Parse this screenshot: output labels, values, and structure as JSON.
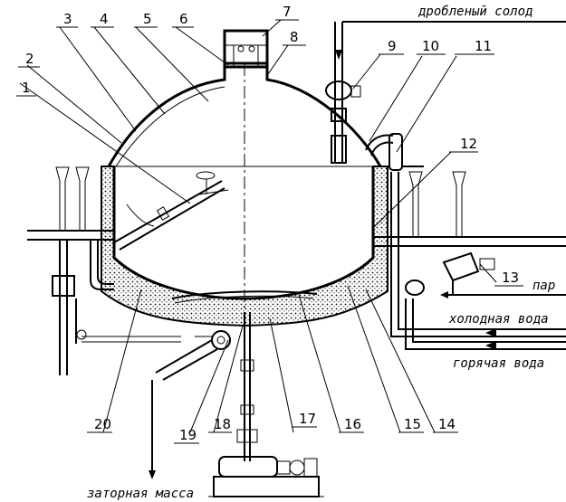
{
  "labels": {
    "malt": "дробленый солод",
    "steam": "пар",
    "cold_water": "холодная вода",
    "hot_water": "горячая вода",
    "mash": "заторная масса"
  },
  "numbers": {
    "n1": "1",
    "n2": "2",
    "n3": "3",
    "n4": "4",
    "n5": "5",
    "n6": "6",
    "n7": "7",
    "n8": "8",
    "n9": "9",
    "n10": "10",
    "n11": "11",
    "n12": "12",
    "n13": "13",
    "n14": "14",
    "n15": "15",
    "n16": "16",
    "n17": "17",
    "n18": "18",
    "n19": "19",
    "n20": "20"
  }
}
